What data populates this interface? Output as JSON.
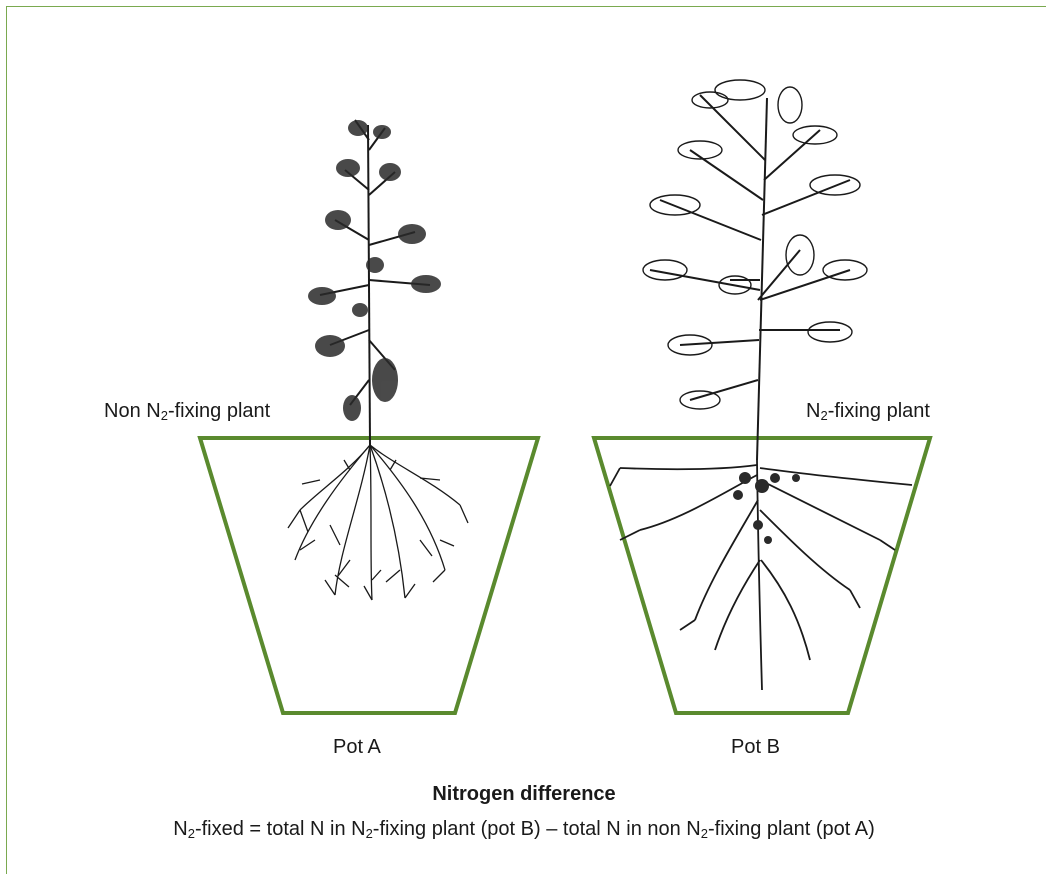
{
  "labels": {
    "left_plant_prefix": "Non N",
    "left_plant_sub": "2",
    "left_plant_suffix": "-fixing plant",
    "right_plant_prefix": "N",
    "right_plant_sub": "2",
    "right_plant_suffix": "-fixing plant",
    "pot_a": "Pot A",
    "pot_b": "Pot B"
  },
  "caption": {
    "title": "Nitrogen difference",
    "f1": "N",
    "s1": "2",
    "f2": "-fixed = total N in N",
    "s2": "2",
    "f3": "-fixing plant (pot B) – total N in non N",
    "s3": "2",
    "f4": "-fixing plant (pot A)"
  },
  "colors": {
    "pot_outline": "#5a8a2e",
    "frame": "#7aa94f",
    "ink": "#1a1a1a"
  }
}
